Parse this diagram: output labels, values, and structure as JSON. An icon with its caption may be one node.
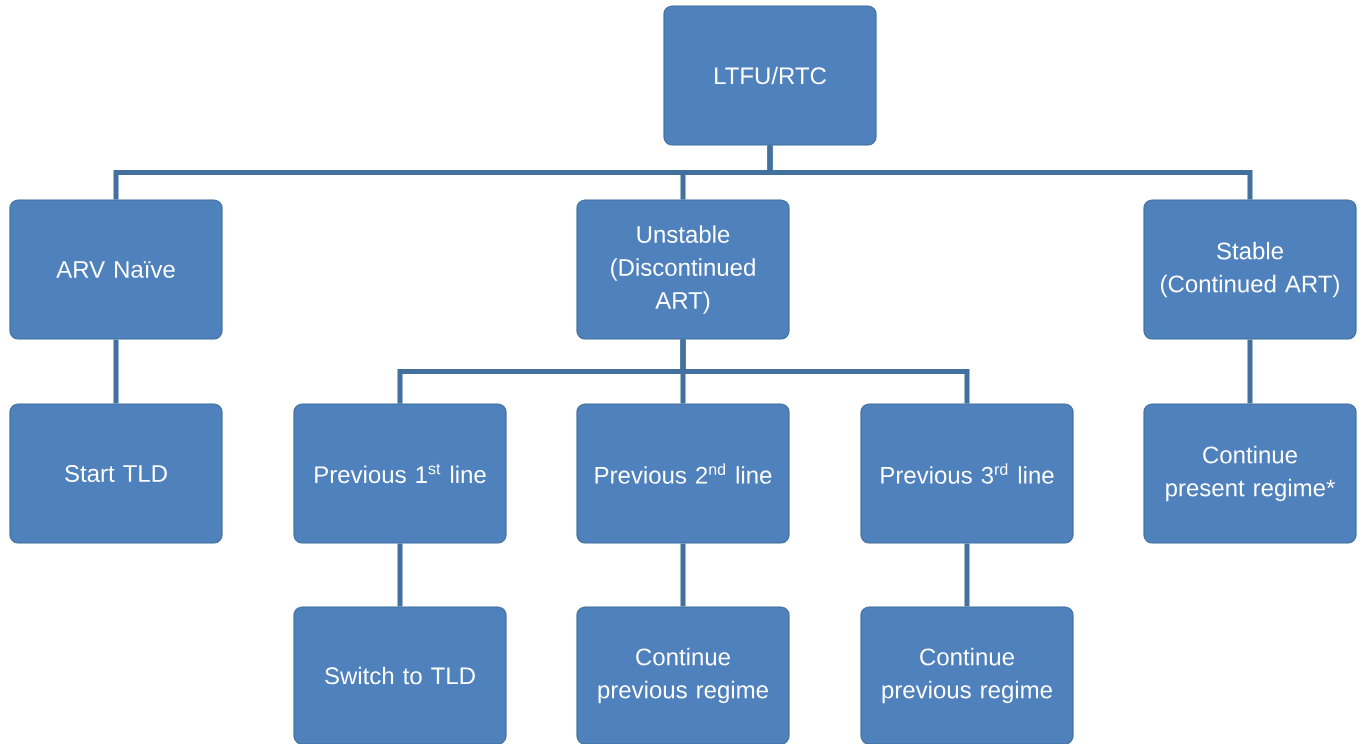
{
  "diagram": {
    "nodes": [
      {
        "text": [
          "LTFU/RTC"
        ]
      },
      {
        "text": [
          "ARV Naïve"
        ]
      },
      {
        "text": [
          "Unstable (Discontinued ART)"
        ]
      },
      {
        "text": [
          "Stable (Continued ART)"
        ]
      },
      {
        "text": [
          "Start TLD"
        ]
      },
      {
        "text": [
          "Previous 1$^{st}$ line"
        ]
      },
      {
        "text": [
          "Previous 2$^{nd}$ line"
        ]
      },
      {
        "text": [
          "Previous 3$^{rd}$ line"
        ]
      },
      {
        "text": [
          "Continue present regime*"
        ]
      },
      {
        "text": [
          "Switch to TLD"
        ]
      },
      {
        "text": [
          "Continue previous regime"
        ]
      },
      {
        "text": [
          "Continue previous regime"
        ]
      }
    ],
    "edges": [
      {
        "from": 0,
        "to": 1,
        "arrow": "none"
      },
      {
        "from": 0,
        "to": 2,
        "arrow": "none"
      },
      {
        "from": 0,
        "to": 3,
        "arrow": "none"
      },
      {
        "from": 1,
        "to": 4,
        "arrow": "none"
      },
      {
        "from": 2,
        "to": 5,
        "arrow": "none"
      },
      {
        "from": 2,
        "to": 6,
        "arrow": "none"
      },
      {
        "from": 2,
        "to": 7,
        "arrow": "none"
      },
      {
        "from": 3,
        "to": 8,
        "arrow": "none"
      },
      {
        "from": 5,
        "to": 9,
        "arrow": "none"
      },
      {
        "from": 6,
        "to": 10,
        "arrow": "none"
      },
      {
        "from": 7,
        "to": 11,
        "arrow": "none"
      }
    ]
  }
}
